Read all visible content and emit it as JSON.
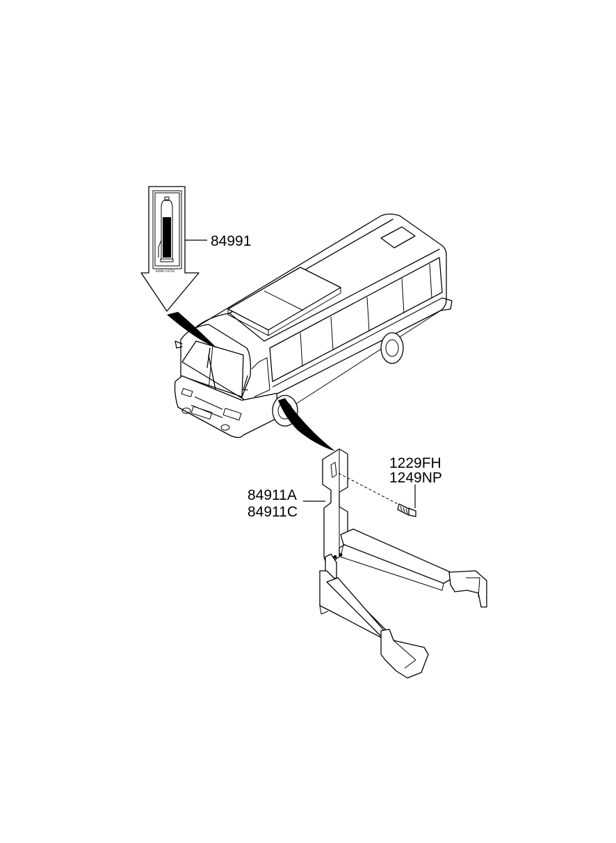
{
  "parts": {
    "sticker": "84991",
    "bracket_a": "84911A",
    "bracket_c": "84911C",
    "bolt_1": "1229FH",
    "bolt_2": "1249NP"
  },
  "sticker_code": "84991-5X720"
}
